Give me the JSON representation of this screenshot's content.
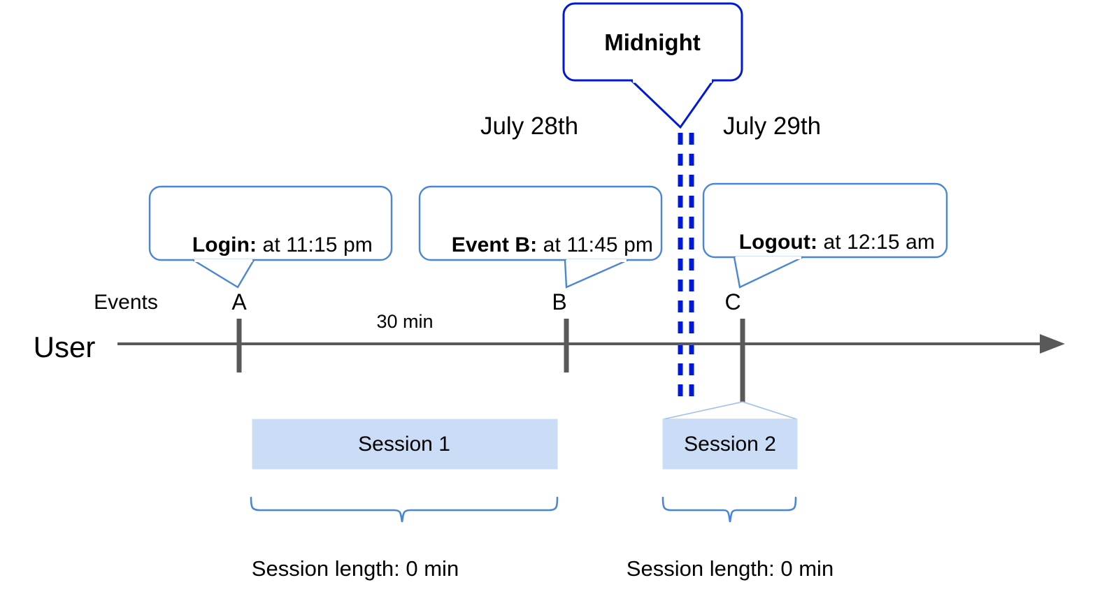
{
  "diagram": {
    "title_callout": {
      "label": "Midnight",
      "border_color": "#0019d8"
    },
    "dates": [
      {
        "label": "July 28th"
      },
      {
        "label": "July 29th"
      }
    ],
    "lane_labels": {
      "user": "User",
      "events": "Events"
    },
    "event_callouts": [
      {
        "bold": "Login:",
        "rest": " at 11:15 pm",
        "marker": "A"
      },
      {
        "bold": "Event B:",
        "rest": " at 11:45 pm",
        "marker": "B"
      },
      {
        "bold": "Logout:",
        "rest": " at 12:15 am",
        "marker": "C"
      }
    ],
    "markers": [
      {
        "label": "A"
      },
      {
        "label": "B"
      },
      {
        "label": "C"
      }
    ],
    "duration_label": "30 min",
    "sessions": [
      {
        "label": "Session 1",
        "length_label": "Session length: 0 min"
      },
      {
        "label": "Session 2",
        "length_label": "Session length: 0 min"
      }
    ],
    "colors": {
      "callout_border": "#4a86d8",
      "midnight_border": "#0019d8",
      "midnight_dash": "#0019d8",
      "session_fill": "#cbdcf7",
      "session_stroke": "#9ec0ef",
      "axis": "#595959",
      "tick": "#595959",
      "brace": "#4a86d8",
      "text": "#000000"
    }
  }
}
